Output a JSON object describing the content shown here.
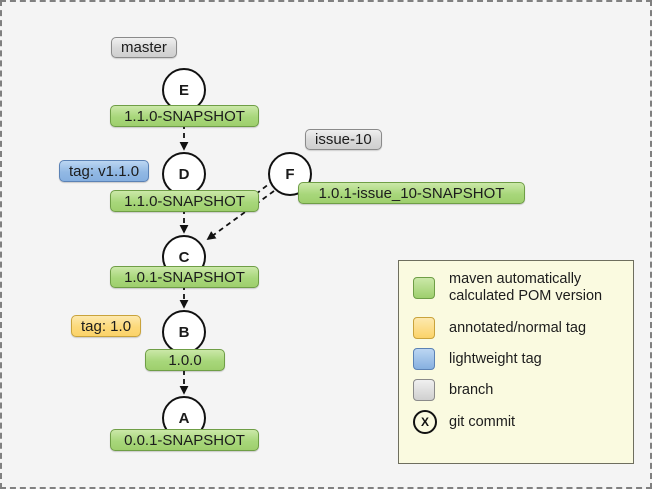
{
  "diagram": {
    "title": "git branching / maven POM version diagram",
    "background_color": "#f4f4f4",
    "border_style": "dashed-gray"
  },
  "branches": [
    {
      "name": "branch-master",
      "label": "master"
    },
    {
      "name": "branch-issue-10",
      "label": "issue-10"
    }
  ],
  "tags": [
    {
      "name": "tag-v110",
      "label": "tag: v1.1.0",
      "kind": "lightweight"
    },
    {
      "name": "tag-10",
      "label": "tag: 1.0",
      "kind": "annotated"
    }
  ],
  "commits": [
    {
      "id": "E",
      "version": "1.1.0-SNAPSHOT"
    },
    {
      "id": "D",
      "version": "1.1.0-SNAPSHOT"
    },
    {
      "id": "F",
      "version": "1.0.1-issue_10-SNAPSHOT"
    },
    {
      "id": "C",
      "version": "1.0.1-SNAPSHOT"
    },
    {
      "id": "B",
      "version": "1.0.0"
    },
    {
      "id": "A",
      "version": "0.0.1-SNAPSHOT"
    }
  ],
  "legend": {
    "items": [
      {
        "swatch": "green",
        "label": "maven automatically calculated POM version",
        "line1": "maven automatically",
        "line2": "calculated POM version",
        "color": "#9ecf6d"
      },
      {
        "swatch": "yellow",
        "label": "annotated/normal tag",
        "color": "#fbd369"
      },
      {
        "swatch": "blue",
        "label": "lightweight tag",
        "color": "#86b0e0"
      },
      {
        "swatch": "gray",
        "label": "branch",
        "color": "#cfcfcf"
      },
      {
        "swatch": "commit",
        "label": "git commit",
        "glyph": "X",
        "color": "#111111"
      }
    ]
  },
  "colors": {
    "version_chip": "#9ecf6d",
    "annotated_tag": "#fbd369",
    "lightweight_tag": "#86b0e0",
    "branch_chip": "#cfcfcf",
    "legend_background": "#fafae0",
    "canvas_background": "#f4f4f4",
    "edge": "#111111"
  }
}
